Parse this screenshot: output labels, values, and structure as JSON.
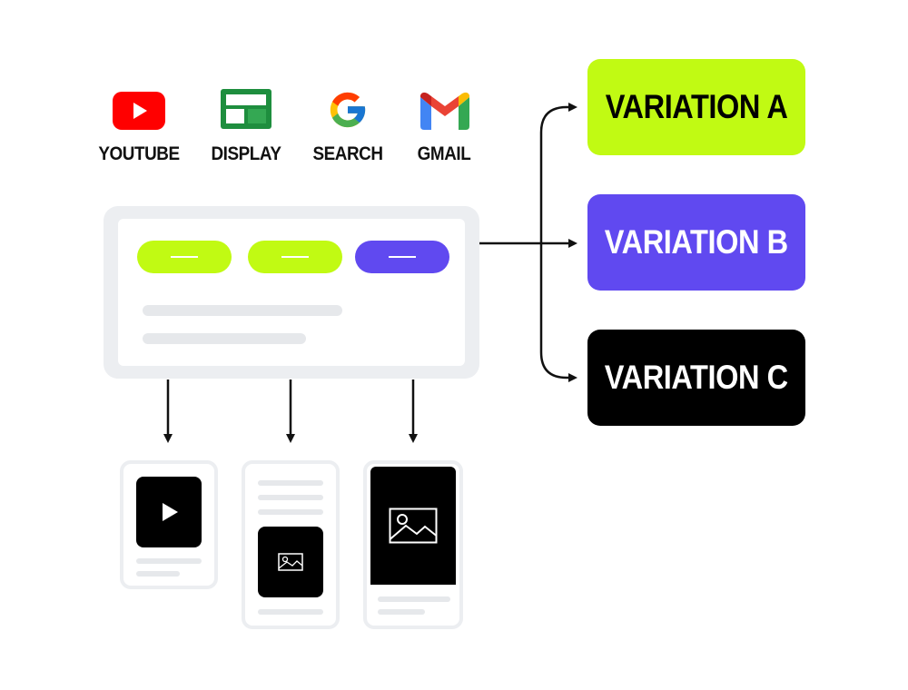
{
  "platforms": [
    {
      "label": "YOUTUBE",
      "icon": "youtube-icon"
    },
    {
      "label": "DISPLAY",
      "icon": "display-icon"
    },
    {
      "label": "SEARCH",
      "icon": "google-g-icon"
    },
    {
      "label": "GMAIL",
      "icon": "gmail-icon"
    }
  ],
  "variations": [
    {
      "label": "VARIATION A",
      "color": "#c1fa13",
      "text_color": "#000000"
    },
    {
      "label": "VARIATION B",
      "color": "#6049f0",
      "text_color": "#ffffff"
    },
    {
      "label": "VARIATION C",
      "color": "#000000",
      "text_color": "#ffffff"
    }
  ],
  "colors": {
    "lime": "#c1fa13",
    "purple": "#6049f0",
    "black": "#000000",
    "gray": "#eceef1",
    "youtube_red": "#ff0000",
    "display_green": "#1e8e3e"
  },
  "phones": [
    {
      "name": "video-ad",
      "icon": "play-icon"
    },
    {
      "name": "display-ad",
      "icon": "image-icon"
    },
    {
      "name": "image-ad",
      "icon": "image-icon"
    }
  ]
}
